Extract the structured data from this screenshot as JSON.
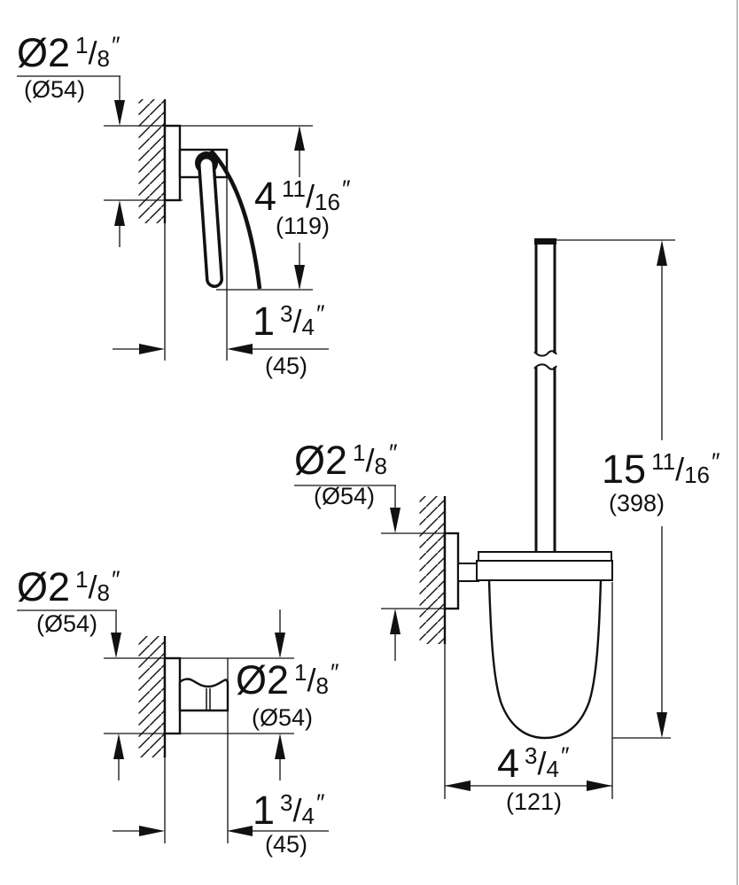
{
  "notation": {
    "fraction_slash": "/"
  },
  "figures": {
    "towel_ring": {
      "diameter": {
        "whole": "Ø2",
        "num": "1",
        "den": "8",
        "unit": "″",
        "metric": "(Ø54)"
      },
      "height": {
        "whole": "4",
        "num": "11",
        "den": "16",
        "unit": "″",
        "metric": "(119)"
      },
      "depth": {
        "whole": "1",
        "num": "3",
        "den": "4",
        "unit": "″",
        "metric": "(45)"
      }
    },
    "robe_hook": {
      "diameter": {
        "whole": "Ø2",
        "num": "1",
        "den": "8",
        "unit": "″",
        "metric": "(Ø54)"
      },
      "diameter_side": {
        "whole": "Ø2",
        "num": "1",
        "den": "8",
        "unit": "″",
        "metric": "(Ø54)"
      },
      "depth": {
        "whole": "1",
        "num": "3",
        "den": "4",
        "unit": "″",
        "metric": "(45)"
      }
    },
    "toilet_brush_holder": {
      "diameter": {
        "whole": "Ø2",
        "num": "1",
        "den": "8",
        "unit": "″",
        "metric": "(Ø54)"
      },
      "height": {
        "whole": "15",
        "num": "11",
        "den": "16",
        "unit": "″",
        "metric": "(398)"
      },
      "width": {
        "whole": "4",
        "num": "3",
        "den": "4",
        "unit": "″",
        "metric": "(121)"
      }
    }
  },
  "colors": {
    "line": "#111111",
    "background": "#ffffff",
    "page_border": "#aaaaaa"
  }
}
